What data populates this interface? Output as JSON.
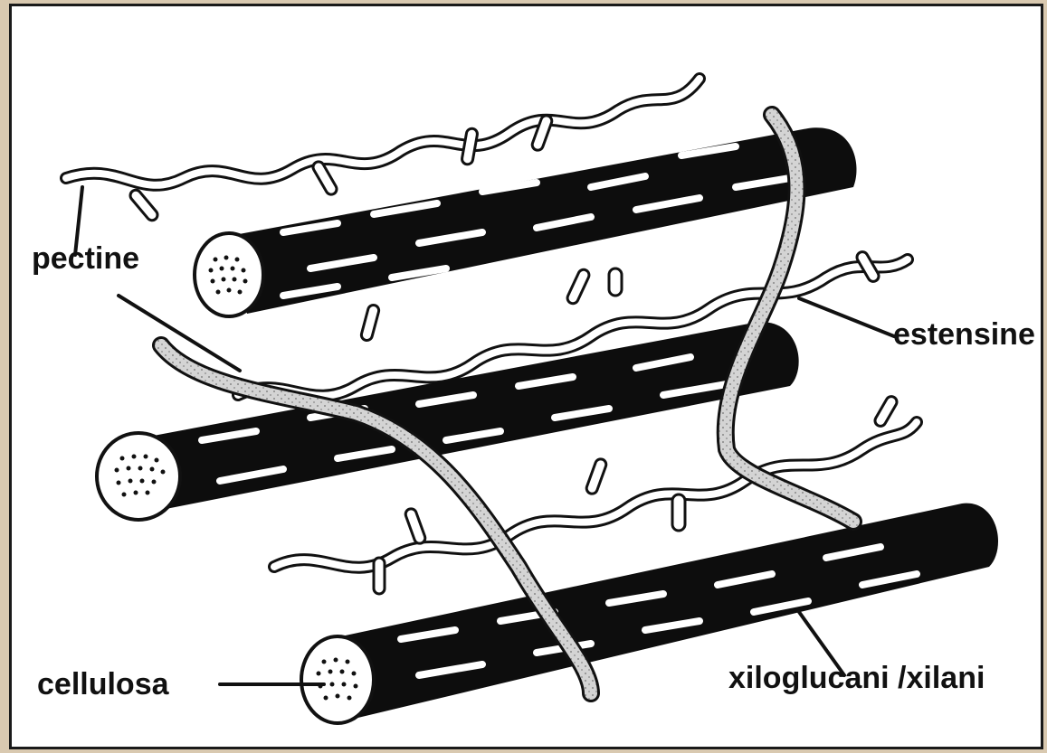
{
  "labels": {
    "pectine": "pectine",
    "estensine": "estensine",
    "cellulosa": "cellulosa",
    "xiloglucani": "xiloglucani /xilani"
  },
  "colors": {
    "background": "#d9c9b0",
    "panel": "#ffffff",
    "fiber": "#0d0d0d",
    "strand": "#ffffff",
    "extensin": "#c8c8c8"
  }
}
